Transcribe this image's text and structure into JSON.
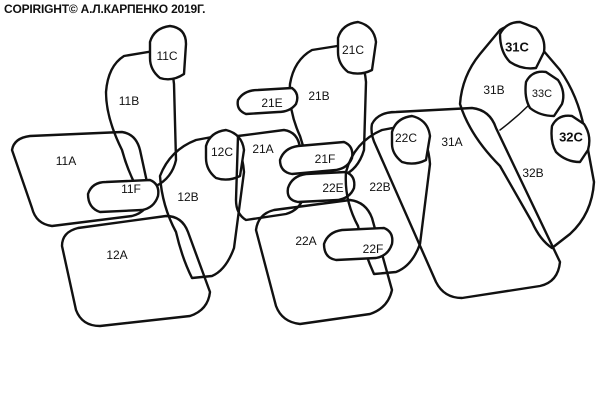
{
  "copyright": "COPIRIGHT© А.Л.КАРПЕНКО 2019Г.",
  "labels": {
    "l11C": "11C",
    "l11B": "11B",
    "l11A": "11A",
    "l11F": "11F",
    "l12C": "12C",
    "l12B": "12B",
    "l12A": "12A",
    "l21C": "21C",
    "l21B": "21B",
    "l21A": "21A",
    "l21E": "21E",
    "l21F": "21F",
    "l22C": "22C",
    "l22B": "22B",
    "l22A": "22A",
    "l22E": "22E",
    "l22F": "22F",
    "l31C": "31C",
    "l31B": "31B",
    "l31A": "31A",
    "l32C": "32C",
    "l32B": "32B",
    "l33C": "33C"
  }
}
